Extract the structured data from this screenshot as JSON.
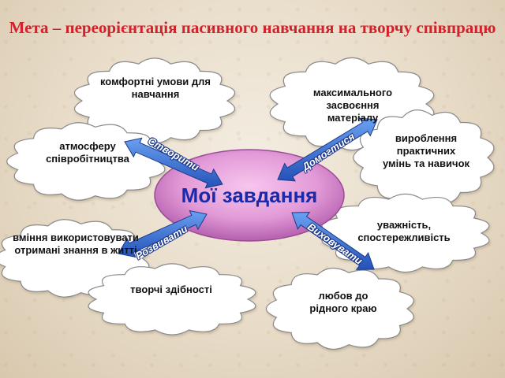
{
  "title": "Мета – переорієнтація пасивного навчання на творчу співпрацю",
  "center": "Мої завдання",
  "arrows": {
    "create": "Створити",
    "strive": "Домогтися",
    "develop": "Розвивати",
    "educate": "Виховувати"
  },
  "clouds": {
    "comfort": "комфортні умови для навчання",
    "mastery": "максимального засвоєння матеріалу",
    "atmosphere": "атмосферу співробітництва",
    "skills": "вироблення практичних умінь та навичок",
    "ability": "вміння використовувати отримані знання в житті",
    "attention": "уважність, спостережливість",
    "creative": "творчі здібності",
    "love": "любов до рідного краю"
  },
  "colors": {
    "title": "#d4202a",
    "center_text": "#1a2aa8",
    "arrow_fill": "#3a6fd8",
    "cloud_fill": "#ffffff"
  }
}
